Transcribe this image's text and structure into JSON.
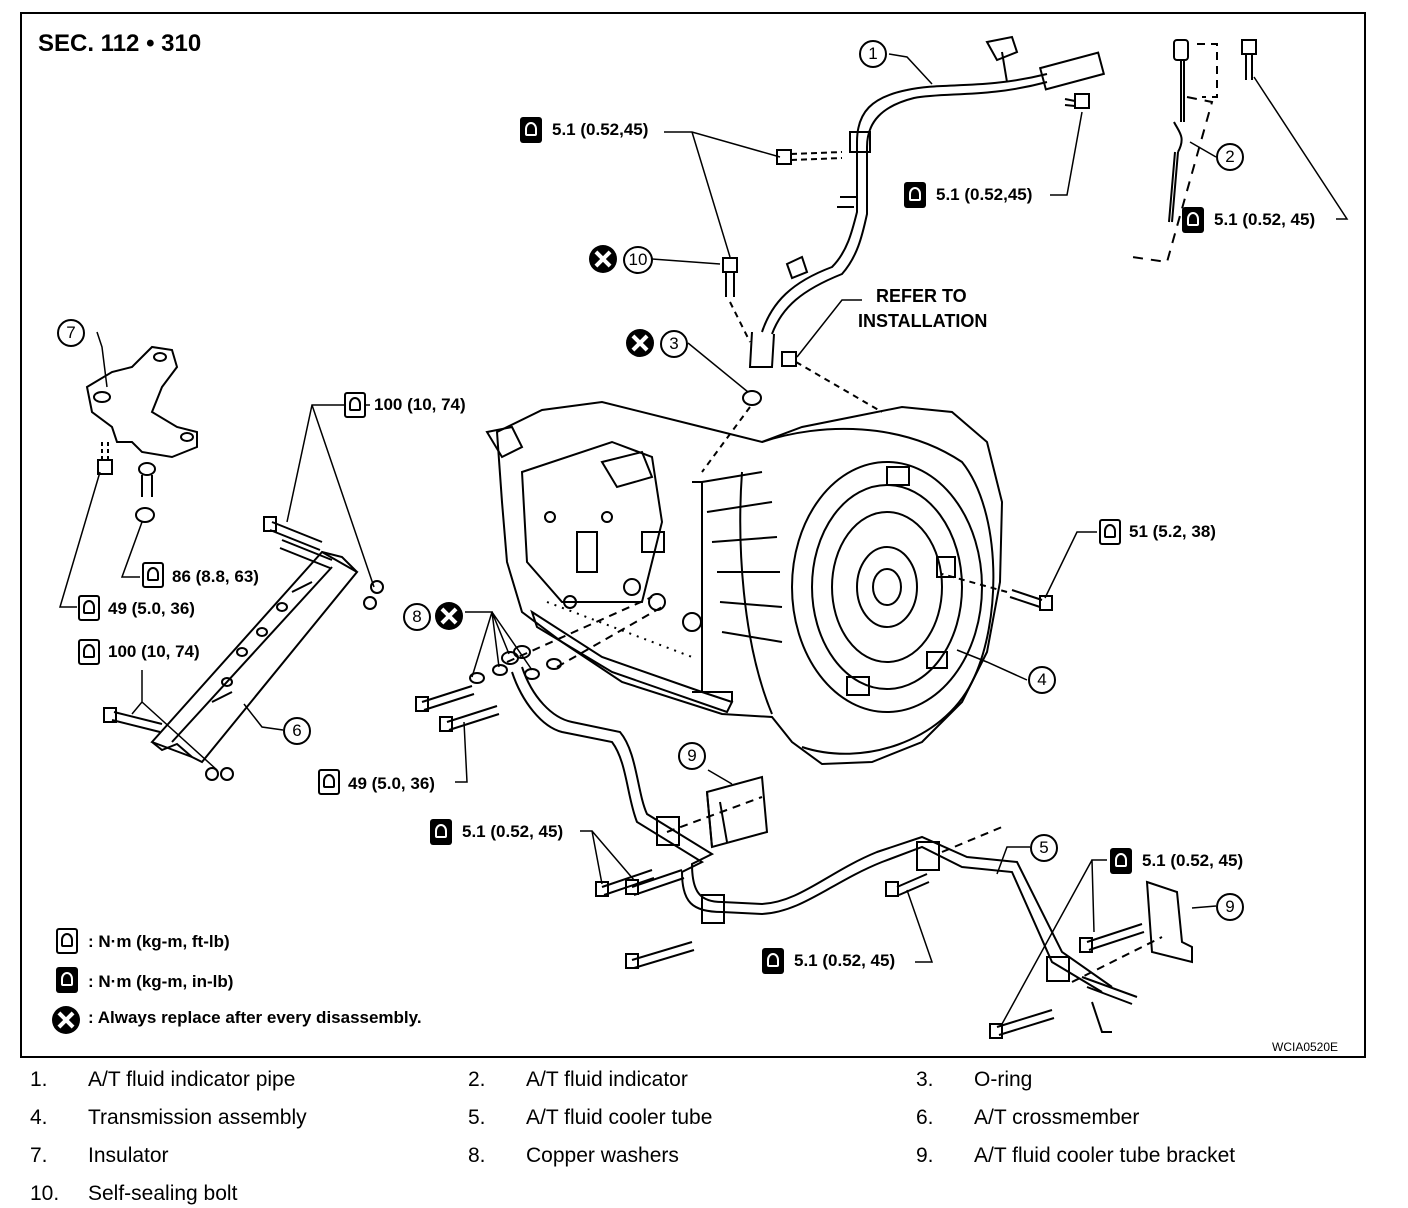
{
  "section_label": "SEC. 112 • 310",
  "figure_code": "WCIA0520E",
  "refer_label": [
    "REFER TO",
    "INSTALLATION"
  ],
  "callout_numbers": [
    "1",
    "2",
    "3",
    "4",
    "5",
    "6",
    "7",
    "8",
    "9",
    "9",
    "10"
  ],
  "torque_specs": [
    {
      "text": "5.1 (0.52,45)",
      "icon": "solid-torque-icon"
    },
    {
      "text": "5.1 (0.52,45)",
      "icon": "solid-torque-icon"
    },
    {
      "text": "5.1 (0.52, 45)",
      "icon": "solid-torque-icon"
    },
    {
      "text": "100 (10, 74)",
      "icon": "open-torque-icon"
    },
    {
      "text": "86 (8.8, 63)",
      "icon": "open-torque-icon"
    },
    {
      "text": "49 (5.0, 36)",
      "icon": "open-torque-icon"
    },
    {
      "text": "100 (10, 74)",
      "icon": "open-torque-icon"
    },
    {
      "text": "51 (5.2, 38)",
      "icon": "open-torque-icon"
    },
    {
      "text": "49 (5.0, 36)",
      "icon": "open-torque-icon"
    },
    {
      "text": "5.1 (0.52, 45)",
      "icon": "solid-torque-icon"
    },
    {
      "text": "5.1 (0.52, 45)",
      "icon": "solid-torque-icon"
    },
    {
      "text": "5.1 (0.52, 45)",
      "icon": "solid-torque-icon"
    }
  ],
  "legend": [
    {
      "icon": "open-torque-icon",
      "text": ": N·m (kg-m, ft-lb)"
    },
    {
      "icon": "solid-torque-icon",
      "text": ": N·m (kg-m, in-lb)"
    },
    {
      "icon": "replace-x-icon",
      "text": ": Always replace after every disassembly."
    }
  ],
  "parts": [
    {
      "num": "1.",
      "label": "A/T fluid indicator pipe"
    },
    {
      "num": "2.",
      "label": "A/T fluid indicator"
    },
    {
      "num": "3.",
      "label": "O-ring"
    },
    {
      "num": "4.",
      "label": "Transmission assembly"
    },
    {
      "num": "5.",
      "label": "A/T fluid cooler tube"
    },
    {
      "num": "6.",
      "label": "A/T crossmember"
    },
    {
      "num": "7.",
      "label": "Insulator"
    },
    {
      "num": "8.",
      "label": "Copper washers"
    },
    {
      "num": "9.",
      "label": "A/T fluid cooler tube bracket"
    },
    {
      "num": "10.",
      "label": "Self-sealing bolt"
    }
  ]
}
